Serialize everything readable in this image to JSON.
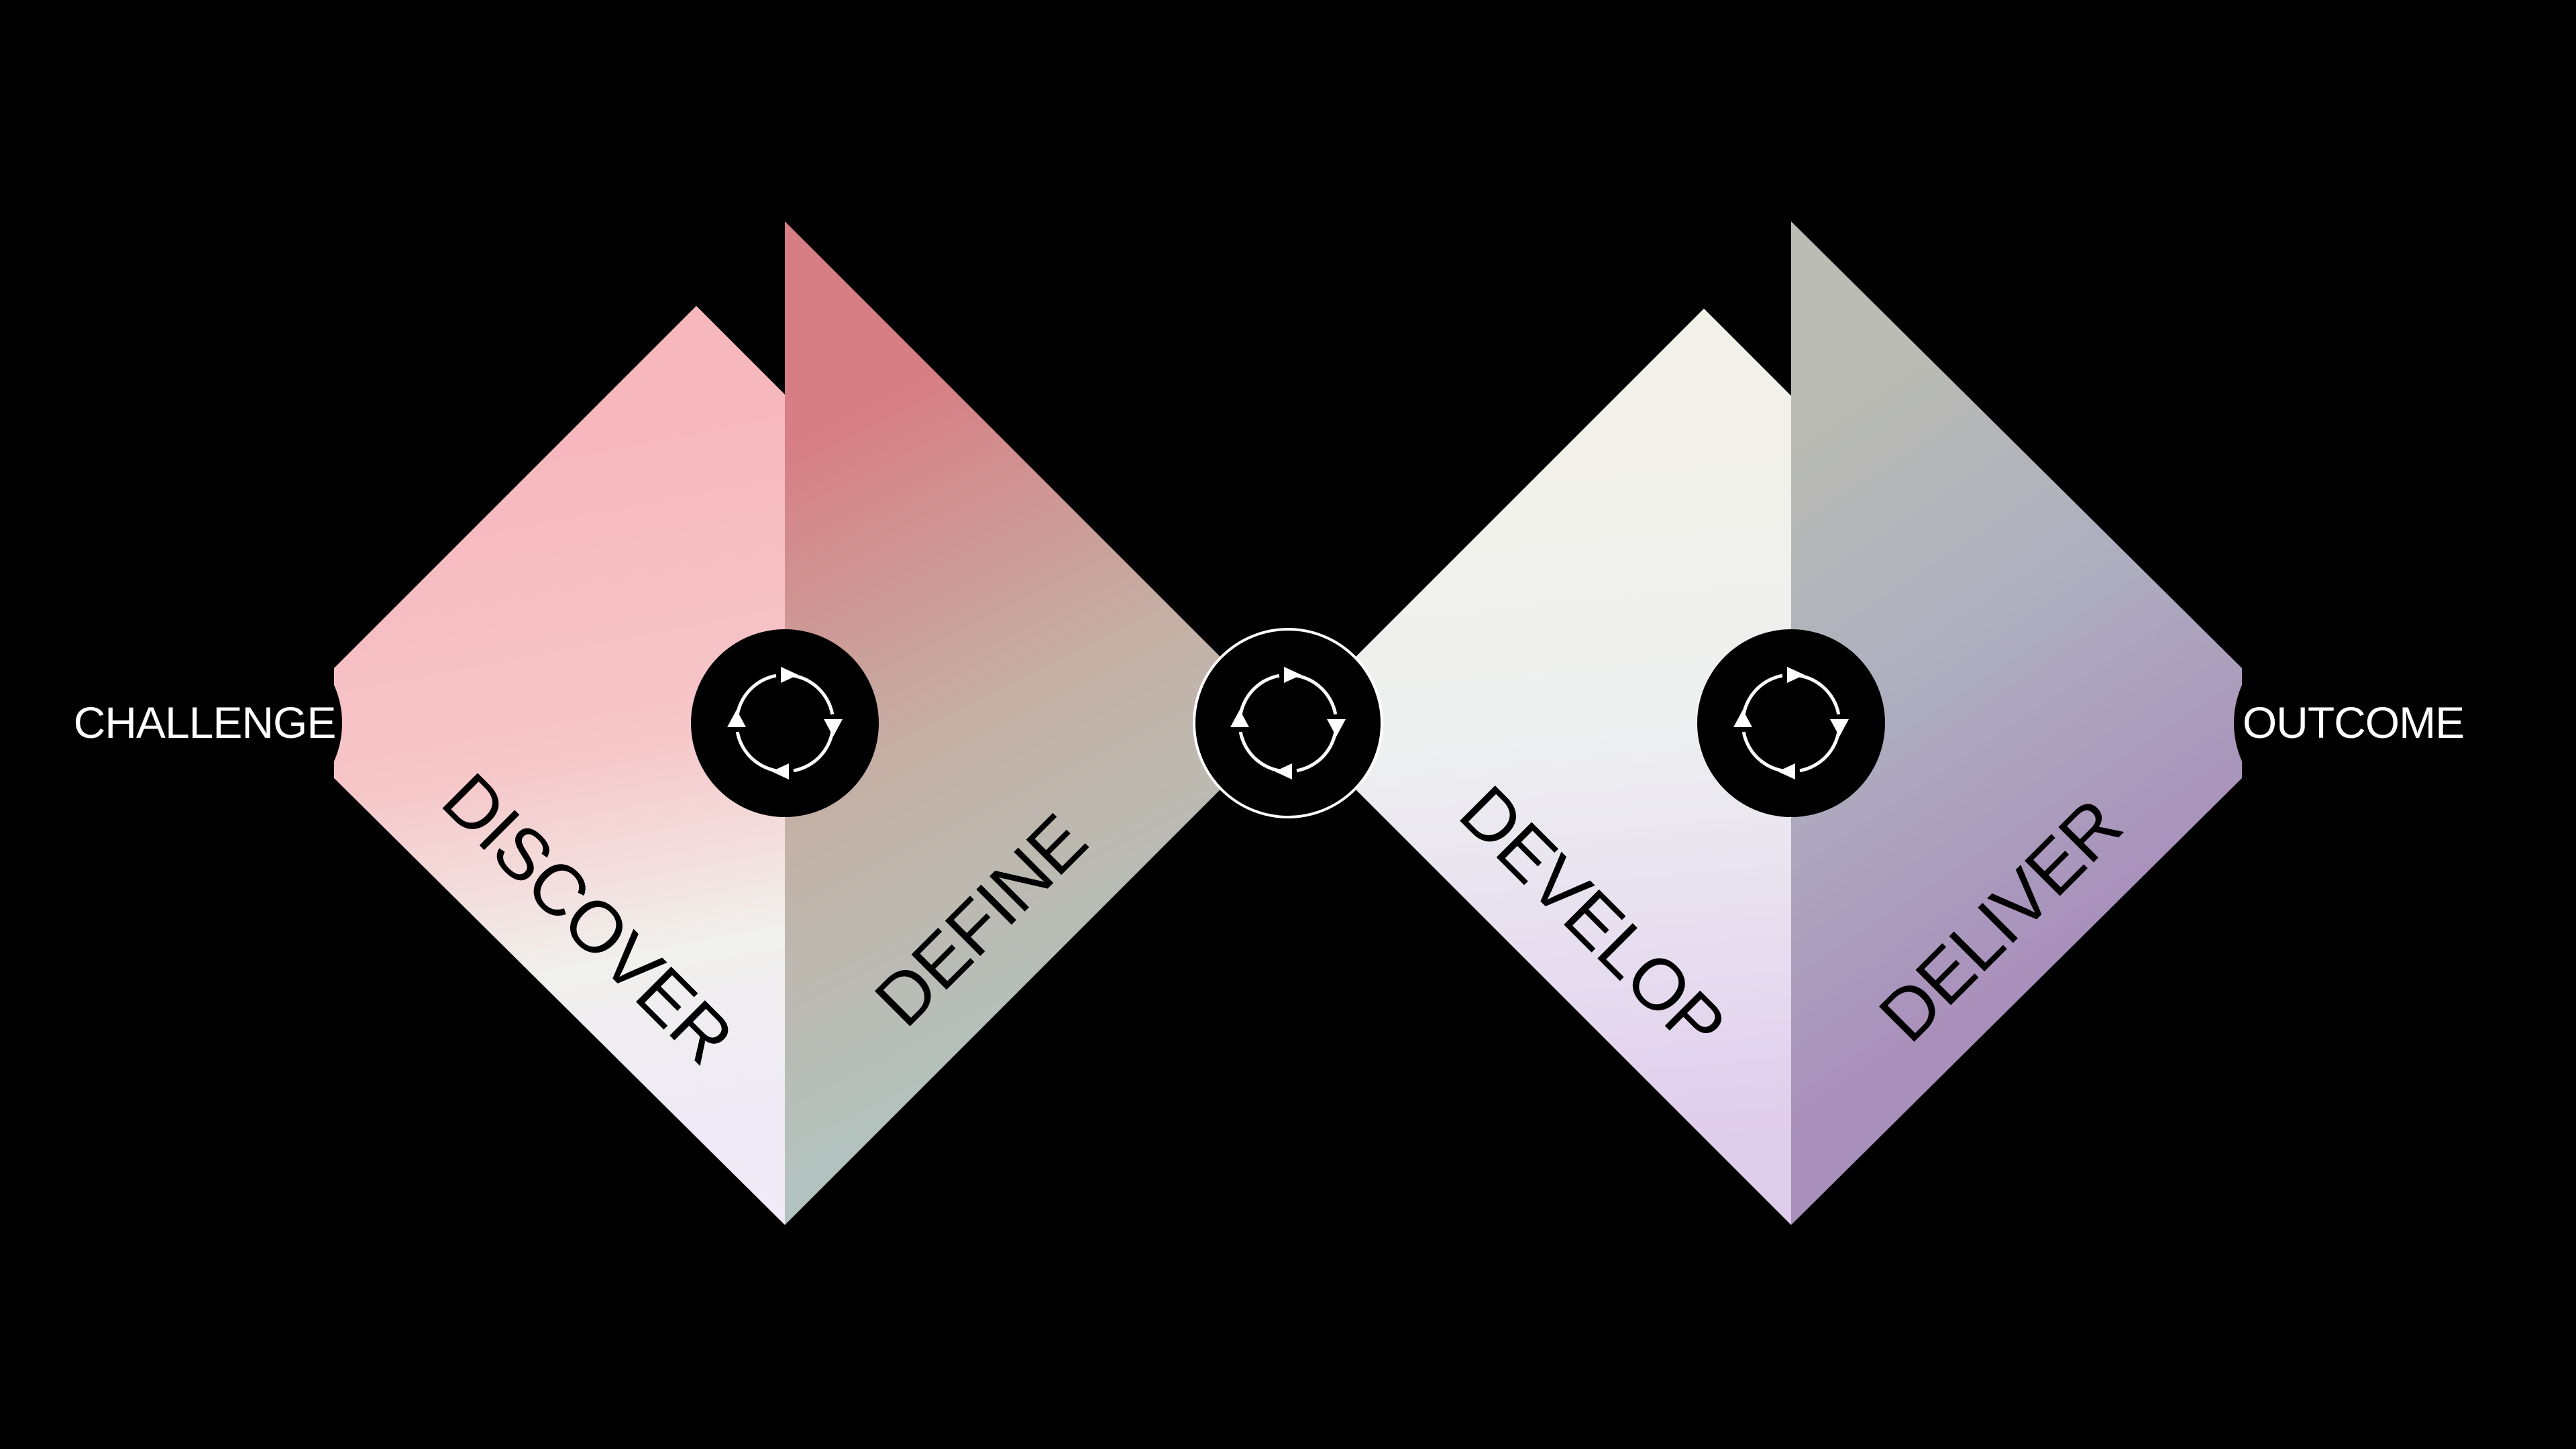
{
  "diagram": {
    "start_label": "CHALLENGE",
    "end_label": "OUTCOME",
    "phases": [
      {
        "label": "DISCOVER"
      },
      {
        "label": "DEFINE"
      },
      {
        "label": "DEVELOP"
      },
      {
        "label": "DELIVER"
      }
    ],
    "iteration_icons": [
      "cycle-arrows-icon",
      "cycle-arrows-icon",
      "cycle-arrows-icon"
    ],
    "colors": {
      "background": "#000000",
      "discover": [
        "#f6b7bd",
        "#f0f0ed",
        "#efeaf6"
      ],
      "define": [
        "#d77e84",
        "#c4b1a6",
        "#b2c3bf"
      ],
      "develop": [
        "#eeeee8",
        "#ebe6f0",
        "#dfcdec"
      ],
      "deliver": [
        "#bbbcb3",
        "#aeb0bf",
        "#a98fbb"
      ],
      "icon_circle": "#000000",
      "icon_stroke": "#ffffff"
    }
  }
}
